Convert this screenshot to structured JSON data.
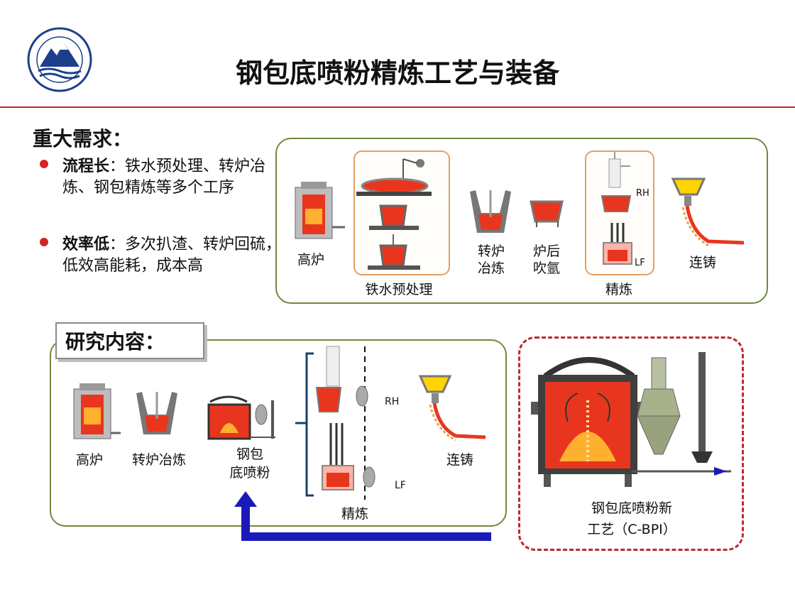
{
  "header": {
    "title": "钢包底喷粉精炼工艺与装备",
    "logo_icon": "university-seal-icon",
    "accent_color": "#c0282d"
  },
  "needs": {
    "heading": "重大需求：",
    "items": [
      {
        "term": "流程长",
        "text": "：铁水预处理、转炉冶炼、钢包精炼等多个工序"
      },
      {
        "term": "效率低",
        "text": "：多次扒渣、转炉回硫，低效高能耗，成本高"
      }
    ]
  },
  "top_flow": {
    "steps": {
      "blast_furnace": "高炉",
      "pretreatment": "铁水预处理",
      "converter_line1": "转炉",
      "converter_line2": "冶炼",
      "argon_line1": "炉后",
      "argon_line2": "吹氩",
      "refining": "精炼",
      "rh": "RH",
      "lf": "LF",
      "casting": "连铸"
    }
  },
  "research": {
    "heading": "研究内容：",
    "steps": {
      "blast_furnace": "高炉",
      "converter": "转炉冶炼",
      "ladle_line1": "钢包",
      "ladle_line2": "底喷粉",
      "rh": "RH",
      "lf": "LF",
      "refining": "精炼",
      "casting": "连铸"
    }
  },
  "cbpi": {
    "label_line1": "钢包底喷粉新",
    "label_line2": "工艺（C-BPI）"
  },
  "colors": {
    "panel_border": "#6f8a3c",
    "molten_steel": "#e8361e",
    "arrow_blue": "#1a1ab8",
    "dash_red": "#c0282d"
  }
}
